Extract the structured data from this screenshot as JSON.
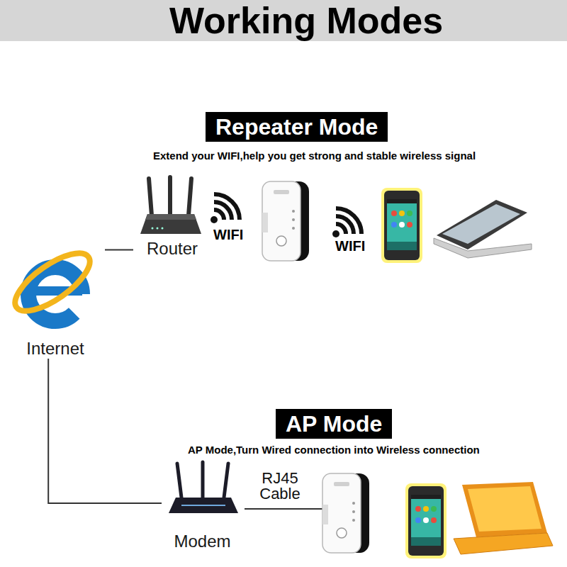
{
  "diagram": {
    "title": "Working Modes",
    "nodes": [
      {
        "text": [
          "Repeater Mode"
        ]
      },
      {
        "text": [
          "Router"
        ]
      },
      {
        "text": [
          "Internet"
        ]
      },
      {
        "text": [
          "AP Mode"
        ]
      },
      {
        "text": [
          "Modem"
        ]
      }
    ],
    "edges": [
      {
        "from": 2,
        "to": 1,
        "arrow": "none"
      },
      {
        "from": 2,
        "to": 4,
        "arrow": "none"
      }
    ],
    "labels": [
      "Extend your WIFI,help you get strong and stable wireless signal",
      "WIFI",
      "WIFI",
      "AP Mode,Turn Wired connection into Wireless connection",
      "RJ45 Cable"
    ]
  }
}
